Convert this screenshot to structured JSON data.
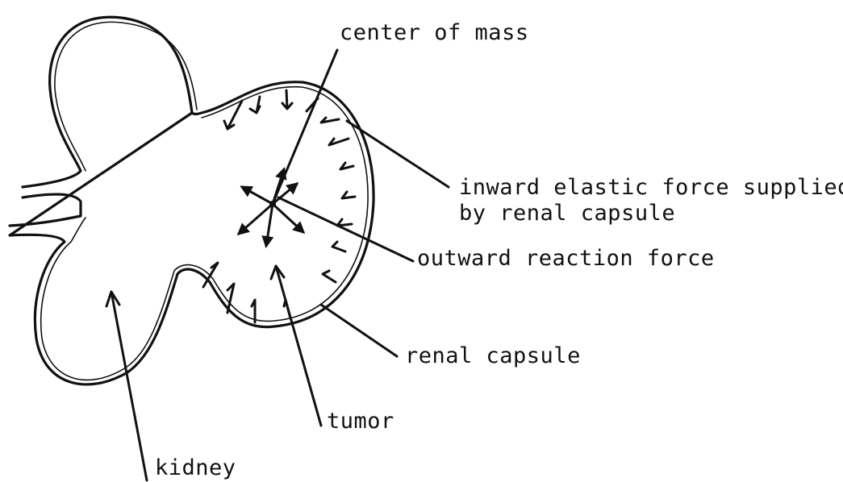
{
  "labels": {
    "center_of_mass": "center of mass",
    "inward_force_line1": "inward elastic force supplied",
    "inward_force_line2": "by renal capsule",
    "outward_force": "outward reaction force",
    "renal_capsule": "renal capsule",
    "tumor": "tumor",
    "kidney": "kidney"
  }
}
